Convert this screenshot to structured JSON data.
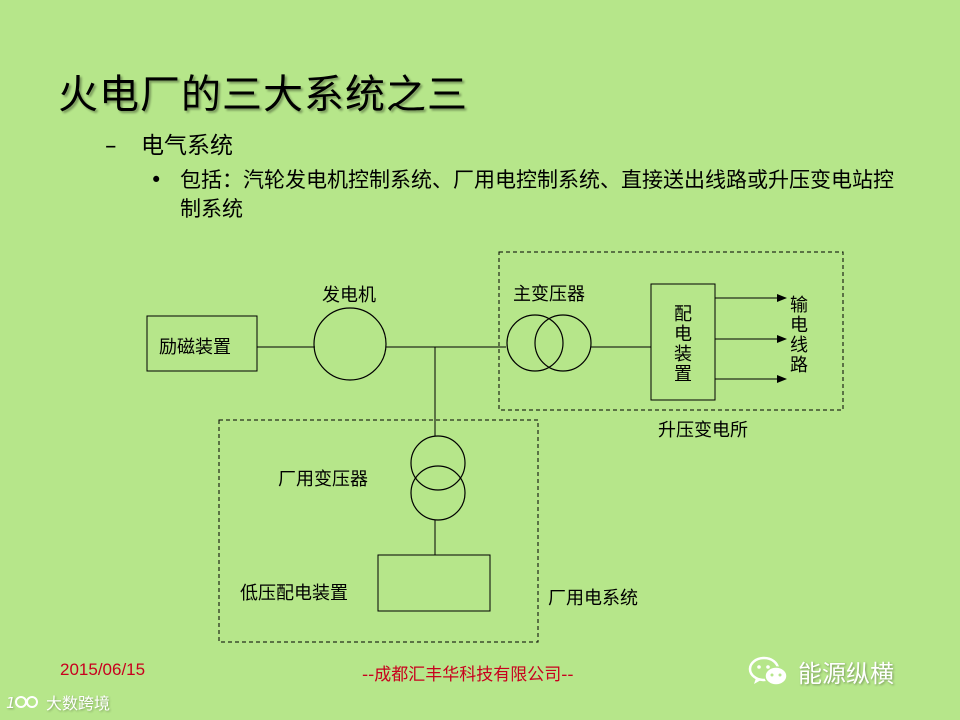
{
  "slide": {
    "title": "火电厂的三大系统之三",
    "bullet1": "电气系统",
    "bullet1_marker": "–",
    "bullet2_marker": "•",
    "bullet2": "包括：汽轮发电机控制系统、厂用电控制系统、直接送出线路或升压变电站控制系统"
  },
  "diagram": {
    "excitation": "励磁装置",
    "generator": "发电机",
    "main_transformer": "主变压器",
    "distribution": "配电装置",
    "transmission_line": "输电线路",
    "substation": "升压变电所",
    "aux_transformer": "厂用变压器",
    "low_voltage": "低压配电装置",
    "aux_system": "厂用电系统"
  },
  "footer": {
    "date": "2015/06/15",
    "company": "--成都汇丰华科技有限公司--"
  },
  "brand": {
    "name": "能源纵横",
    "icon": "wechat-icon"
  },
  "watermark": {
    "text": "大数跨境"
  },
  "colors": {
    "background": "#b6e68a",
    "footer_text": "#c8001e",
    "line": "#000000"
  }
}
